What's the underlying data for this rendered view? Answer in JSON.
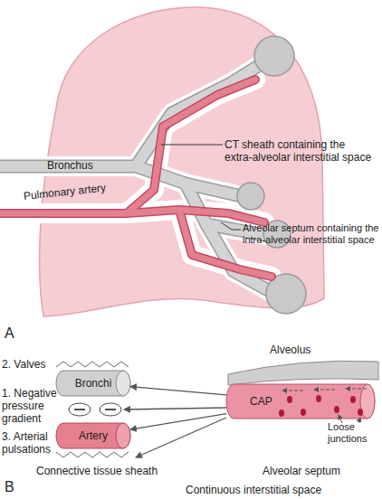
{
  "diagram": {
    "nodes": [
      {
        "text": [
          "Bronchi"
        ]
      },
      {
        "text": [
          "Artery"
        ]
      },
      {
        "text": [
          "Alveolus"
        ]
      },
      {
        "text": [
          "CAP"
        ]
      }
    ],
    "edges": [
      {
        "from": 3,
        "to": 0,
        "arrow": "to"
      },
      {
        "from": 3,
        "to": 1,
        "arrow": "to"
      }
    ],
    "labels": [
      "Bronchus",
      "Pulmonary artery",
      "CT sheath containing the extra-alveolar interstitial space",
      "Alveolar septum containing the intra-alveolar interstitial space",
      "A",
      "2. Valves",
      "1. Negative pressure gradient",
      "3. Arterial pulsations",
      "Loose junctions",
      "Connective tissue sheath",
      "Alveolar septum",
      "Continuous interstitial space",
      "B"
    ]
  }
}
